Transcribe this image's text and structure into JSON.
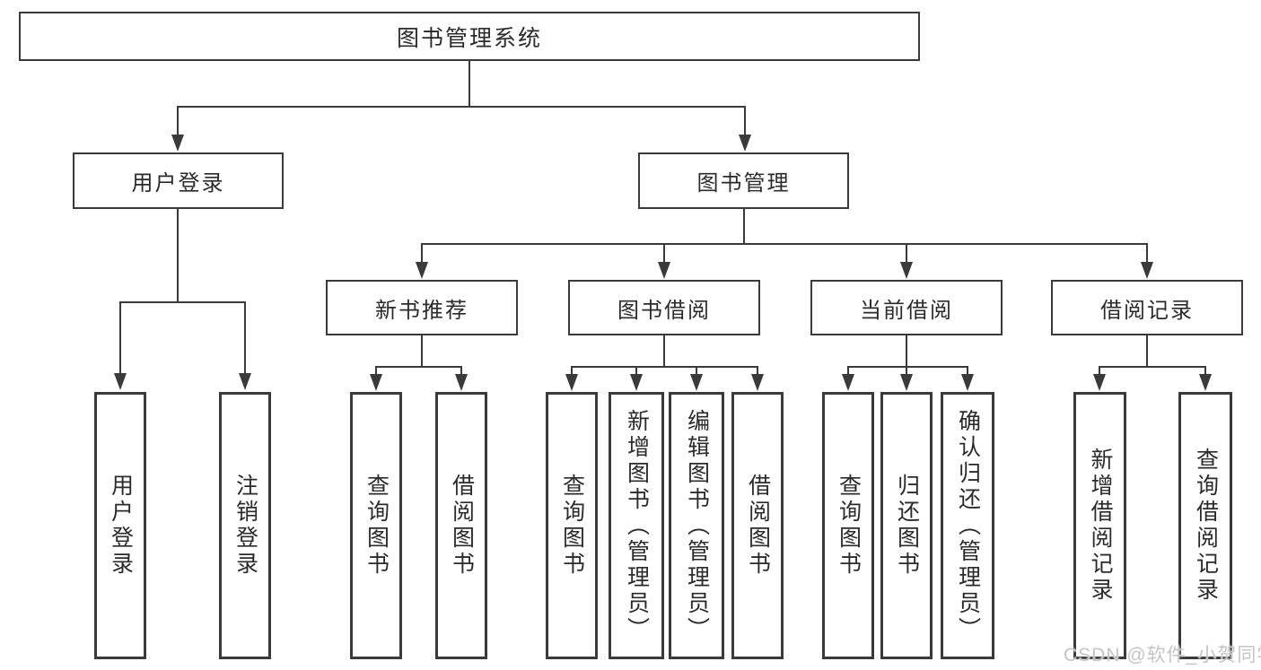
{
  "page": {
    "background": "#ffffff",
    "line_color": "#3a3a3a",
    "text_color": "#2b2b2b"
  },
  "nodes": {
    "root": "图书管理系统",
    "user_login": "用户登录",
    "book_mgmt": "图书管理",
    "new_book": "新书推荐",
    "book_borrow": "图书借阅",
    "current_borrow": "当前借阅",
    "borrow_record": "借阅记录",
    "leaves": {
      "user_login_1": "用户登录",
      "user_login_2": "注销登录",
      "new_book_1": "查询图书",
      "new_book_2": "借阅图书",
      "book_borrow_1": "查询图书",
      "book_borrow_2": "新增图书（管理员）",
      "book_borrow_3": "编辑图书（管理员）",
      "book_borrow_4": "借阅图书",
      "current_borrow_1": "查询图书",
      "current_borrow_2": "归还图书",
      "current_borrow_3": "确认归还（管理员）",
      "borrow_record_1": "新增借阅记录",
      "borrow_record_2": "查询借阅记录"
    }
  },
  "watermark": {
    "text": "CSDN @软件_小贺同学",
    "color": "#c5c5c5"
  }
}
